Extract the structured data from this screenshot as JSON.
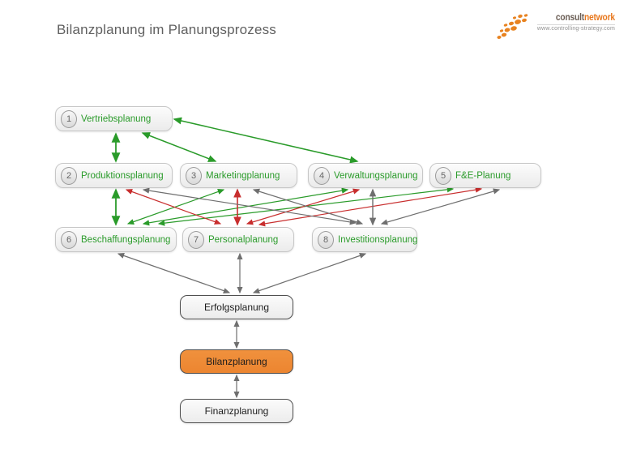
{
  "title": "Bilanzplanung im Planungsprozess",
  "logo": {
    "brand_part1": "consult",
    "brand_part2": "network",
    "url": "www.controlling-strategy.com"
  },
  "colors": {
    "green": "#2a9b2a",
    "red": "#c82e2e",
    "gray": "#6f6f6f",
    "orange": "#f0913d"
  },
  "diagram": {
    "nodes": [
      {
        "id": "vertriebsplanung",
        "number": "1",
        "label": "Vertriebsplanung",
        "style": "numbered"
      },
      {
        "id": "produktionsplanung",
        "number": "2",
        "label": "Produktionsplanung",
        "style": "numbered"
      },
      {
        "id": "marketingplanung",
        "number": "3",
        "label": "Marketingplanung",
        "style": "numbered"
      },
      {
        "id": "verwaltungsplanung",
        "number": "4",
        "label": "Verwaltungsplanung",
        "style": "numbered"
      },
      {
        "id": "fe-planung",
        "number": "5",
        "label": "F&E-Planung",
        "style": "numbered"
      },
      {
        "id": "beschaffungsplanung",
        "number": "6",
        "label": "Beschaffungsplanung",
        "style": "numbered"
      },
      {
        "id": "personalplanung",
        "number": "7",
        "label": "Personalplanung",
        "style": "numbered"
      },
      {
        "id": "investitionsplanung",
        "number": "8",
        "label": "Investitionsplanung",
        "style": "numbered"
      },
      {
        "id": "erfolgsplanung",
        "label": "Erfolgsplanung",
        "style": "plain"
      },
      {
        "id": "bilanzplanung",
        "label": "Bilanzplanung",
        "style": "highlight"
      },
      {
        "id": "finanzplanung",
        "label": "Finanzplanung",
        "style": "plain"
      }
    ],
    "edges": [
      {
        "from": "vertriebsplanung",
        "to": "produktionsplanung",
        "color": "green",
        "bidirectional": true
      },
      {
        "from": "vertriebsplanung",
        "to": "marketingplanung",
        "color": "green",
        "bidirectional": true
      },
      {
        "from": "vertriebsplanung",
        "to": "verwaltungsplanung",
        "color": "green",
        "bidirectional": true
      },
      {
        "from": "produktionsplanung",
        "to": "beschaffungsplanung",
        "color": "green",
        "bidirectional": true
      },
      {
        "from": "marketingplanung",
        "to": "beschaffungsplanung",
        "color": "green",
        "bidirectional": true
      },
      {
        "from": "verwaltungsplanung",
        "to": "beschaffungsplanung",
        "color": "green",
        "bidirectional": true
      },
      {
        "from": "fe-planung",
        "to": "beschaffungsplanung",
        "color": "green",
        "bidirectional": true
      },
      {
        "from": "produktionsplanung",
        "to": "personalplanung",
        "color": "red",
        "bidirectional": true
      },
      {
        "from": "marketingplanung",
        "to": "personalplanung",
        "color": "red",
        "bidirectional": true
      },
      {
        "from": "verwaltungsplanung",
        "to": "personalplanung",
        "color": "red",
        "bidirectional": true
      },
      {
        "from": "fe-planung",
        "to": "personalplanung",
        "color": "red",
        "bidirectional": true
      },
      {
        "from": "produktionsplanung",
        "to": "investitionsplanung",
        "color": "gray",
        "bidirectional": true
      },
      {
        "from": "marketingplanung",
        "to": "investitionsplanung",
        "color": "gray",
        "bidirectional": true
      },
      {
        "from": "verwaltungsplanung",
        "to": "investitionsplanung",
        "color": "gray",
        "bidirectional": true
      },
      {
        "from": "fe-planung",
        "to": "investitionsplanung",
        "color": "gray",
        "bidirectional": true
      },
      {
        "from": "beschaffungsplanung",
        "to": "erfolgsplanung",
        "color": "gray",
        "bidirectional": true
      },
      {
        "from": "personalplanung",
        "to": "erfolgsplanung",
        "color": "gray",
        "bidirectional": true
      },
      {
        "from": "investitionsplanung",
        "to": "erfolgsplanung",
        "color": "gray",
        "bidirectional": true
      },
      {
        "from": "erfolgsplanung",
        "to": "bilanzplanung",
        "color": "gray",
        "bidirectional": true
      },
      {
        "from": "bilanzplanung",
        "to": "finanzplanung",
        "color": "gray",
        "bidirectional": true
      }
    ]
  }
}
